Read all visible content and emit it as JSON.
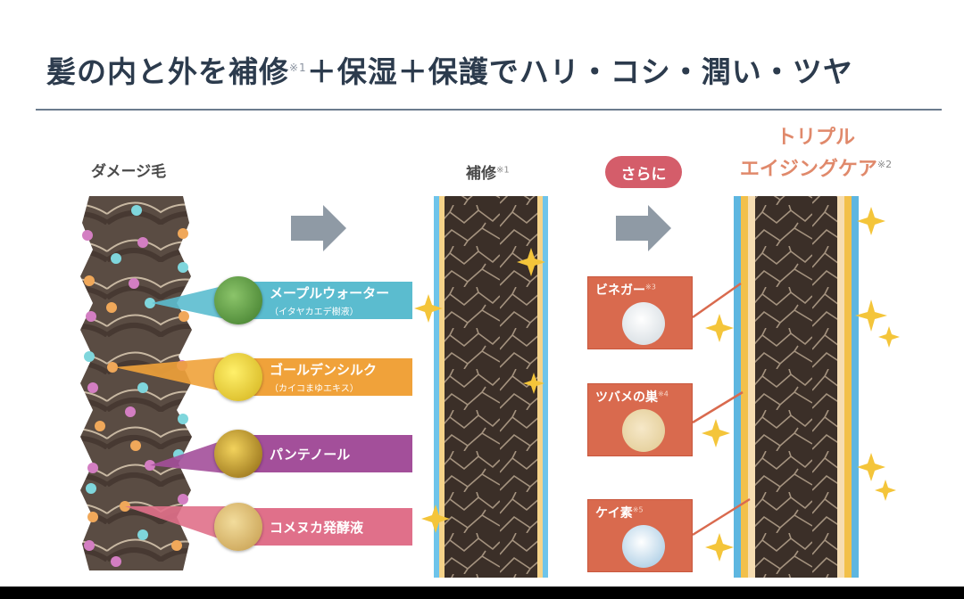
{
  "title": {
    "part1": "髪の内と外を補修",
    "note1": "※1",
    "part2": "＋保湿＋保護でハリ・コシ・潤い・ツヤ"
  },
  "labels": {
    "damaged": "ダメージ毛",
    "repair": "補修",
    "repair_note": "※1",
    "badge": "さらに",
    "triple_line1": "トリプル",
    "triple_line2": "エイジングケア",
    "triple_note": "※2"
  },
  "ingredients": [
    {
      "name": "メープルウォーター",
      "sub": "（イタヤカエデ樹液）",
      "color": "#5bbccf"
    },
    {
      "name": "ゴールデンシルク",
      "sub": "（カイコまゆエキス）",
      "color": "#f0a23a"
    },
    {
      "name": "パンテノール",
      "sub": "",
      "color": "#a34f9a"
    },
    {
      "name": "コメヌカ発酵液",
      "sub": "",
      "color": "#e0708a"
    }
  ],
  "coatings": [
    {
      "name": "ビネガー",
      "note": "※3"
    },
    {
      "name": "ツバメの巣",
      "note": "※4"
    },
    {
      "name": "ケイ素",
      "note": "※5"
    }
  ],
  "icons": [
    "arrow-right-icon",
    "sparkle-icon"
  ],
  "colors": {
    "title": "#2c3b4d",
    "accent_red": "#d45d6a",
    "orange": "#e0896b",
    "box": "#d96a4e",
    "hair": "#3a2e26",
    "blue_layer": "#5db6e0",
    "gold_layer": "#f2c04a"
  }
}
